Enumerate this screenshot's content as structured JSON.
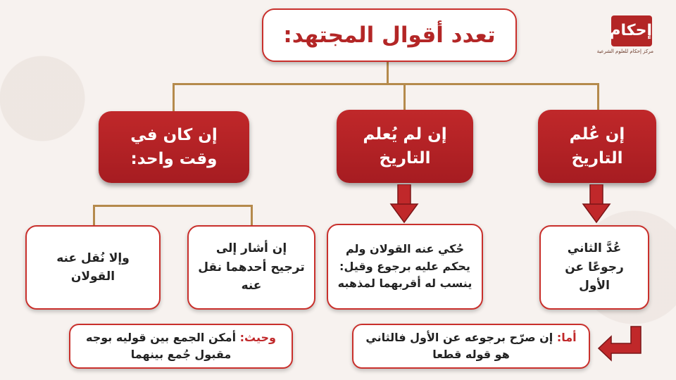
{
  "logo": {
    "mark": "إحكام",
    "subtitle": "مركز إحكام للعلوم الشرعية"
  },
  "title": "تعدد أقوال المجتهد:",
  "branches": {
    "known": "إن عُلم التاريخ",
    "unknown": "إن لم يُعلم التاريخ",
    "same_time": "إن كان في وقت واحد:"
  },
  "results": {
    "known": "عُدَّ الثاني رجوعًا عن الأول",
    "unknown": "حُكي عنه القولان ولم يحكم عليه برجوع وقيل: ينسب له أقربهما لمذهبه",
    "same_time_preferred": "إن أشار إلى ترجيح أحدهما نقل عنه",
    "same_time_else": "وإلا نُقل عنه القولان"
  },
  "notes": {
    "explicit_prefix": "أما:",
    "explicit_text": "إن صرّح برجوعه عن الأول فالثاني هو قوله قطعا",
    "reconcile_prefix": "وحيث:",
    "reconcile_text": "أمكن الجمع بين قوليه بوجه مقبول جُمع بينهما"
  },
  "colors": {
    "accent": "#c0282a",
    "connector": "#b58a4c"
  }
}
